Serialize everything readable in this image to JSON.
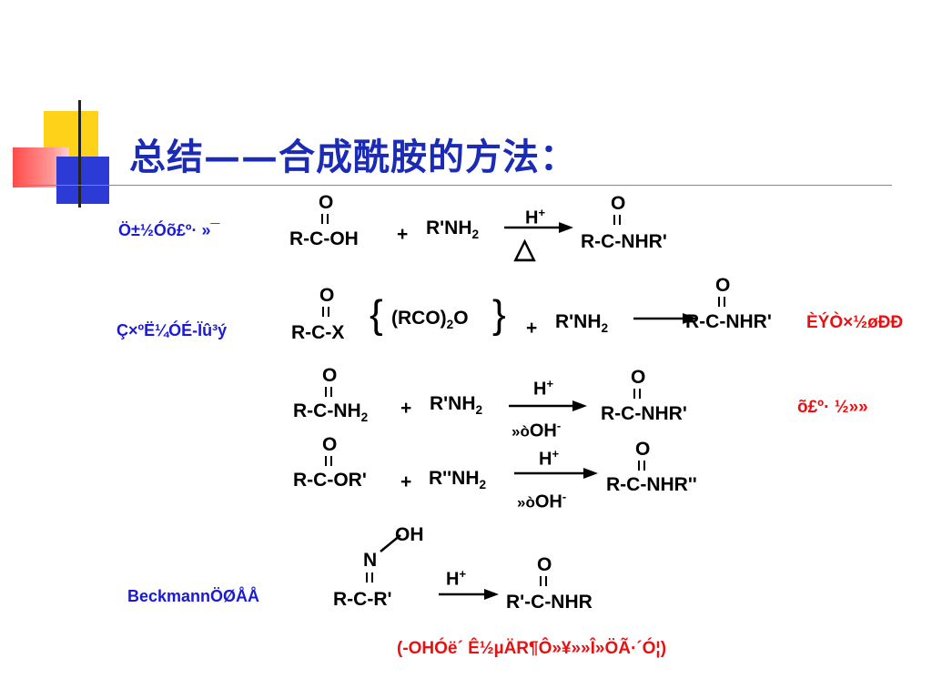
{
  "slide": {
    "title": "总结——合成酰胺的方法："
  },
  "row1": {
    "label": "Ö±½Óõ£º· »¯",
    "o": "O",
    "reactant": "R-C-OH",
    "plus": "+",
    "amine": "R'NH",
    "amine_sub": "2",
    "cond_top": "H",
    "cond_top_sup": "+",
    "cond_bottom": "△",
    "product_o": "O",
    "product": "R-C-NHR'"
  },
  "row2": {
    "label": "Ç×ºË¼ÓÉ-Ïû³ý",
    "o": "O",
    "reactant": "R-C-X",
    "alt_reagent": "(RCO)",
    "alt_reagent_sub": "2",
    "alt_reagent_tail": "O",
    "plus": "+",
    "amine": "R'NH",
    "amine_sub": "2",
    "product_o": "O",
    "product": "R-C-NHR'",
    "note": "ÈÝÒ×½øÐÐ"
  },
  "row3": {
    "o": "O",
    "reactant": "R-C-NH",
    "reactant_sub": "2",
    "plus": "+",
    "amine": "R'NH",
    "amine_sub": "2",
    "cond_top": "H",
    "cond_top_sup": "+",
    "cond_bottom_pre": "»ò",
    "cond_bottom": "OH",
    "cond_bottom_sup": "-",
    "product_o": "O",
    "product": "R-C-NHR'",
    "note": "õ£º· ½»»"
  },
  "row4": {
    "o": "O",
    "reactant": "R-C-OR'",
    "plus": "+",
    "amine": "R''NH",
    "amine_sub": "2",
    "cond_top": "H",
    "cond_top_sup": "+",
    "cond_bottom_pre": "»ò",
    "cond_bottom": "OH",
    "cond_bottom_sup": "-",
    "product_o": "O",
    "product": "R-C-NHR''"
  },
  "row5": {
    "label": "BeckmannÖØÅÅ",
    "oh": "OH",
    "n": "N",
    "reactant": "R-C-R'",
    "cond_top": "H",
    "cond_top_sup": "+",
    "product_o": "O",
    "product": "R'-C-NHR",
    "note": "(-OHÓë´ Ê½µÄR¶Ô»¥»»Î»ÖÃ·´Ó¦)"
  },
  "colors": {
    "title": "#1b2bb5",
    "label_blue": "#1a1ad6",
    "note_red": "#e81010",
    "deco_yellow": "#ffd21a",
    "deco_red": "#ff4a4a",
    "deco_blue": "#2d3bd6"
  }
}
